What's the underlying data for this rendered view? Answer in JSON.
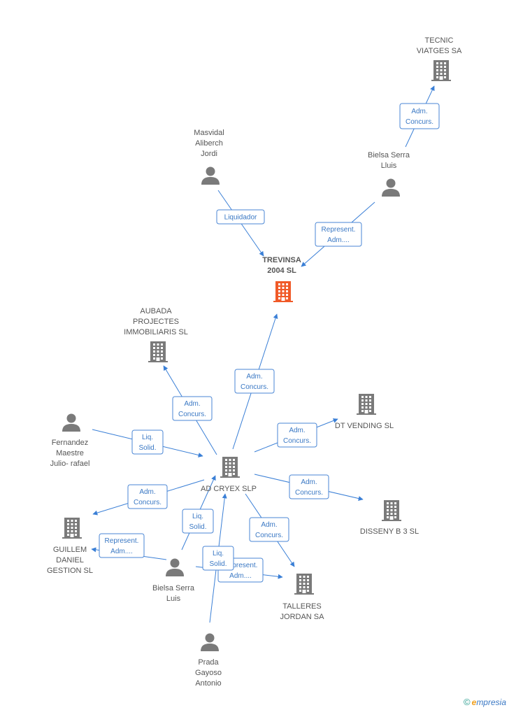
{
  "colors": {
    "node_gray": "#7a7a7a",
    "main_node": "#f05a28",
    "edge": "#3a7fd6",
    "label_text": "#555555"
  },
  "nodes": [
    {
      "id": "trevinsa",
      "type": "company",
      "main": true,
      "lines": [
        "TREVINSA",
        "2004 SL"
      ]
    },
    {
      "id": "tecnic",
      "type": "company",
      "lines": [
        "TECNIC",
        "VIATGES SA"
      ]
    },
    {
      "id": "bielsa_lluis",
      "type": "person",
      "lines": [
        "Bielsa Serra",
        "Lluis"
      ]
    },
    {
      "id": "masvidal",
      "type": "person",
      "lines": [
        "Masvidal",
        "Aliberch",
        "Jordi"
      ]
    },
    {
      "id": "aubada",
      "type": "company",
      "lines": [
        "AUBADA",
        "PROJECTES",
        "IMMOBILIARIS SL"
      ]
    },
    {
      "id": "ad_cryex",
      "type": "company",
      "lines": [
        "AD CRYEX SLP"
      ]
    },
    {
      "id": "dt_vending",
      "type": "company",
      "lines": [
        "DT VENDING SL"
      ]
    },
    {
      "id": "fernandez",
      "type": "person",
      "lines": [
        "Fernandez",
        "Maestre",
        "Julio- rafael"
      ]
    },
    {
      "id": "disseny",
      "type": "company",
      "lines": [
        "DISSENY B 3 SL"
      ]
    },
    {
      "id": "guillem",
      "type": "company",
      "lines": [
        "GUILLEM",
        "DANIEL",
        "GESTION  SL"
      ]
    },
    {
      "id": "bielsa_luis",
      "type": "person",
      "lines": [
        "Bielsa Serra",
        "Luis"
      ]
    },
    {
      "id": "talleres",
      "type": "company",
      "lines": [
        "TALLERES",
        "JORDAN SA"
      ]
    },
    {
      "id": "prada",
      "type": "person",
      "lines": [
        "Prada",
        "Gayoso",
        "Antonio"
      ]
    }
  ],
  "edges": [
    {
      "id": "e_lluis_tecnic",
      "lines": [
        "Adm.",
        "Concurs."
      ]
    },
    {
      "id": "e_masvidal_trevinsa",
      "lines": [
        "Liquidador"
      ]
    },
    {
      "id": "e_lluis_trevinsa",
      "lines": [
        "Represent.",
        "Adm...."
      ]
    },
    {
      "id": "e_adcryex_trevinsa",
      "lines": [
        "Adm.",
        "Concurs."
      ]
    },
    {
      "id": "e_adcryex_aubada",
      "lines": [
        "Adm.",
        "Concurs."
      ]
    },
    {
      "id": "e_adcryex_dtvending",
      "lines": [
        "Adm.",
        "Concurs."
      ]
    },
    {
      "id": "e_fernandez_adcryex",
      "lines": [
        "Liq.",
        "Solid."
      ]
    },
    {
      "id": "e_adcryex_disseny",
      "lines": [
        "Adm.",
        "Concurs."
      ]
    },
    {
      "id": "e_adcryex_guillem",
      "lines": [
        "Adm.",
        "Concurs."
      ]
    },
    {
      "id": "e_luis_guillem",
      "lines": [
        "Represent.",
        "Adm...."
      ]
    },
    {
      "id": "e_luis_adcryex",
      "lines": [
        "Liq.",
        "Solid."
      ]
    },
    {
      "id": "e_adcryex_talleres",
      "lines": [
        "Adm.",
        "Concurs."
      ]
    },
    {
      "id": "e_luis_talleres",
      "lines": [
        "Represent.",
        "Adm...."
      ]
    },
    {
      "id": "e_prada_adcryex",
      "lines": [
        "Liq.",
        "Solid."
      ]
    }
  ],
  "footer": {
    "copyright": "©",
    "brand_initial": "e",
    "brand_rest": "mpresia"
  }
}
